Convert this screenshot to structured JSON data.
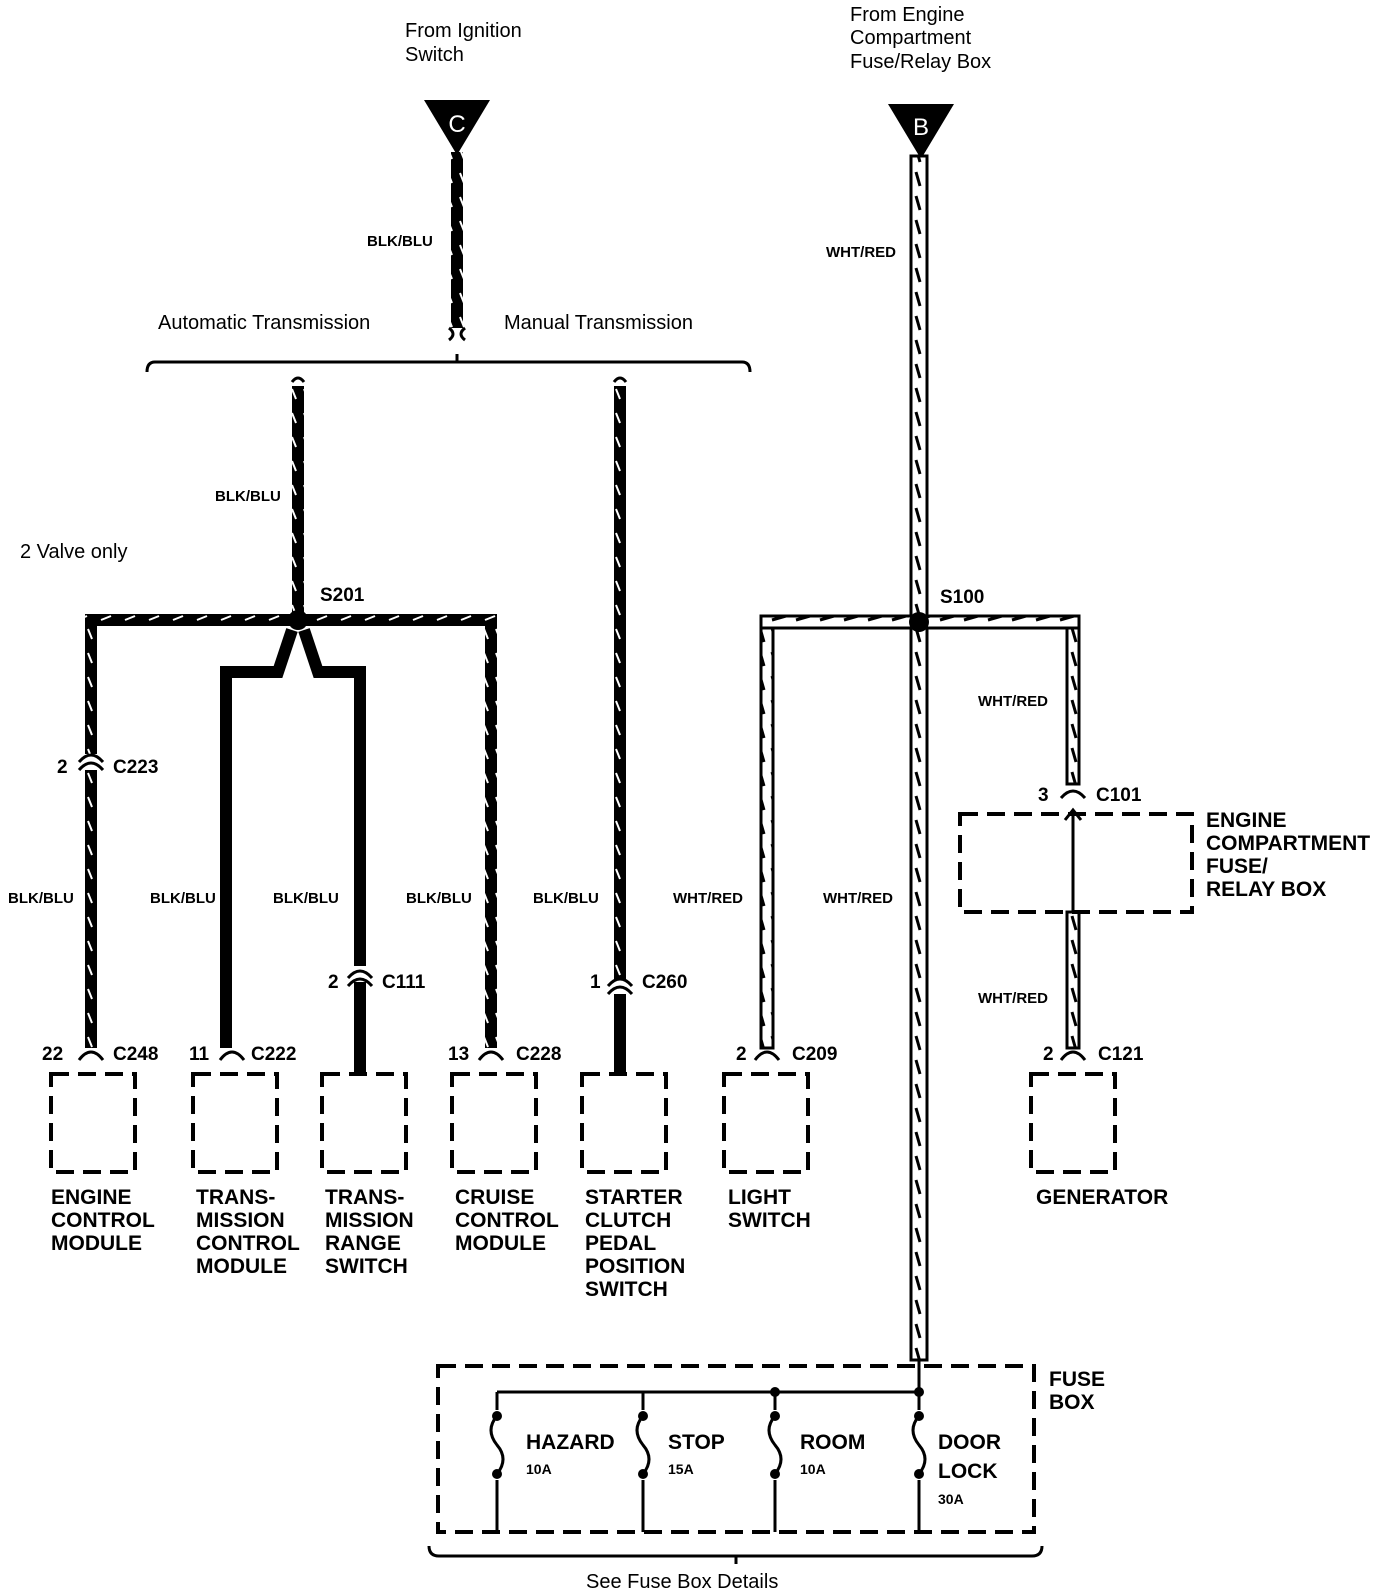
{
  "sources": {
    "ignition": {
      "label_line1": "From Ignition",
      "label_line2": "Switch",
      "letter": "C"
    },
    "engine_box": {
      "label_line1": "From Engine",
      "label_line2": "Compartment",
      "label_line3": "Fuse/Relay Box",
      "letter": "B"
    }
  },
  "branch_labels": {
    "automatic": "Automatic Transmission",
    "manual": "Manual Transmission",
    "valve_note": "2 Valve only"
  },
  "splices": {
    "s201": "S201",
    "s100": "S100"
  },
  "wires": {
    "blk_blu": "BLK/BLU",
    "wht_red": "WHT/RED"
  },
  "connectors": {
    "c223": {
      "pin": "2",
      "name": "C223"
    },
    "c111": {
      "pin": "2",
      "name": "C111"
    },
    "c260": {
      "pin": "1",
      "name": "C260"
    },
    "c101": {
      "pin": "3",
      "name": "C101"
    },
    "c248": {
      "pin": "22",
      "name": "C248"
    },
    "c222": {
      "pin": "11",
      "name": "C222"
    },
    "c228": {
      "pin": "13",
      "name": "C228"
    },
    "c209": {
      "pin": "2",
      "name": "C209"
    },
    "c121": {
      "pin": "2",
      "name": "C121"
    }
  },
  "components": {
    "ecm": [
      "ENGINE",
      "CONTROL",
      "MODULE"
    ],
    "tcm": [
      "TRANS-",
      "MISSION",
      "CONTROL",
      "MODULE"
    ],
    "trs": [
      "TRANS-",
      "MISSION",
      "RANGE",
      "SWITCH"
    ],
    "ccm": [
      "CRUISE",
      "CONTROL",
      "MODULE"
    ],
    "scpp": [
      "STARTER",
      "CLUTCH",
      "PEDAL",
      "POSITION",
      "SWITCH"
    ],
    "light": [
      "LIGHT",
      "SWITCH"
    ],
    "generator": [
      "GENERATOR"
    ],
    "ecfrb": [
      "ENGINE",
      "COMPARTMENT",
      "FUSE/",
      "RELAY BOX"
    ],
    "fusebox": [
      "FUSE",
      "BOX"
    ]
  },
  "fuses": {
    "hazard": {
      "name": "HAZARD",
      "amps": "10A"
    },
    "stop": {
      "name": "STOP",
      "amps": "15A"
    },
    "room": {
      "name": "ROOM",
      "amps": "10A"
    },
    "door": {
      "name_line1": "DOOR",
      "name_line2": "LOCK",
      "amps": "30A"
    }
  },
  "footer": "See Fuse Box Details"
}
